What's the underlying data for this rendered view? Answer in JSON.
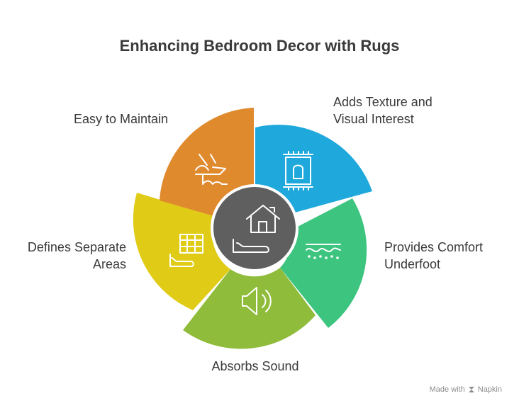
{
  "title": "Enhancing Bedroom Decor with Rugs",
  "segments": [
    {
      "label_lines": [
        "Adds Texture and",
        "Visual Interest"
      ],
      "icon": "rug-icon",
      "color": "#1fa8dc"
    },
    {
      "label_lines": [
        "Provides Comfort",
        "Underfoot"
      ],
      "icon": "plush-texture-icon",
      "color": "#3dc57f"
    },
    {
      "label_lines": [
        "Absorbs Sound"
      ],
      "icon": "speaker-icon",
      "color": "#8fbc3a"
    },
    {
      "label_lines": [
        "Defines Separate",
        "Areas"
      ],
      "icon": "room-layout-icon",
      "color": "#e0cb17"
    },
    {
      "label_lines": [
        "Easy to Maintain"
      ],
      "icon": "cleaning-icon",
      "color": "#e08a2e"
    }
  ],
  "center": {
    "icon": "house-rug-icon",
    "color": "#5f5f5f"
  },
  "footer": {
    "made_with": "Made with",
    "brand": "Napkin"
  }
}
